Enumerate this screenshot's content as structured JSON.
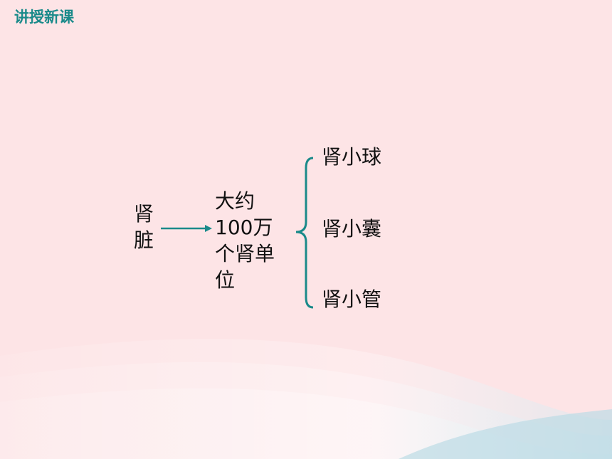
{
  "header": {
    "title": "讲授新课"
  },
  "diagram": {
    "root": "肾脏",
    "middle": "大约100万个肾单位",
    "parts": [
      "肾小球",
      "肾小囊",
      "肾小管"
    ]
  },
  "colors": {
    "accent": "#1a8a8a",
    "background": "#fde4e6"
  }
}
